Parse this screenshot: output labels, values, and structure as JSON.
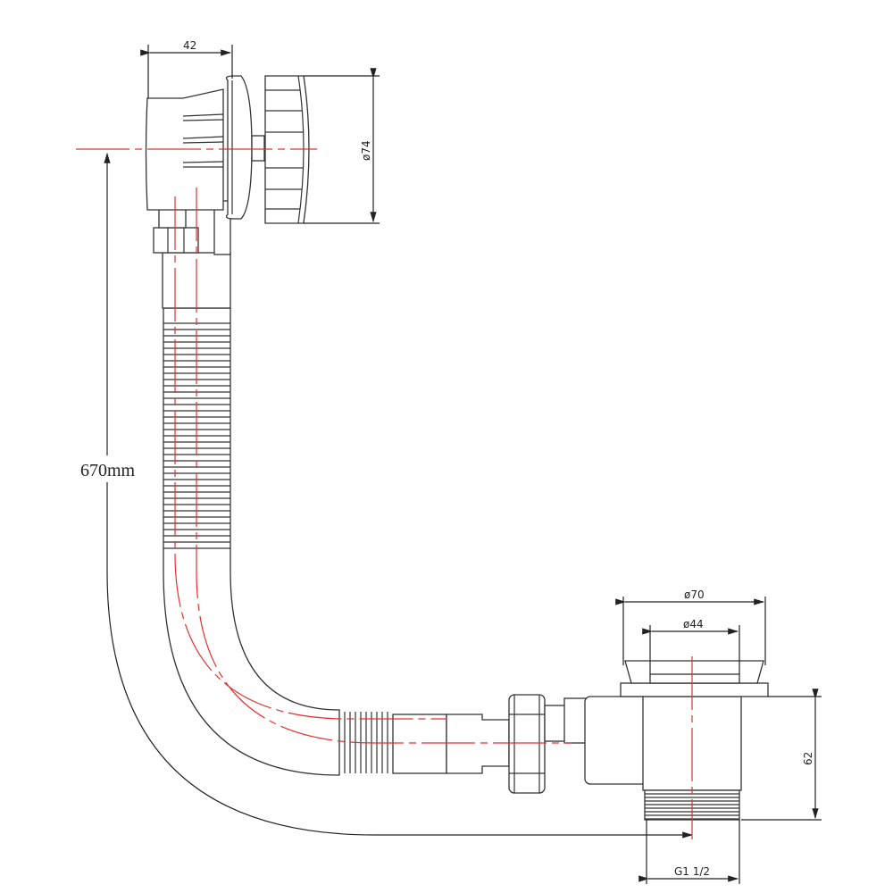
{
  "dimensions": {
    "overflow_depth": "42",
    "overflow_diameter": "ø74",
    "length": "670mm",
    "plug_outer_diameter": "ø70",
    "plug_inner_diameter": "ø44",
    "waste_height": "62",
    "thread": "G1  1/2"
  },
  "colors": {
    "line": "#333333",
    "centerline": "#e53030"
  }
}
